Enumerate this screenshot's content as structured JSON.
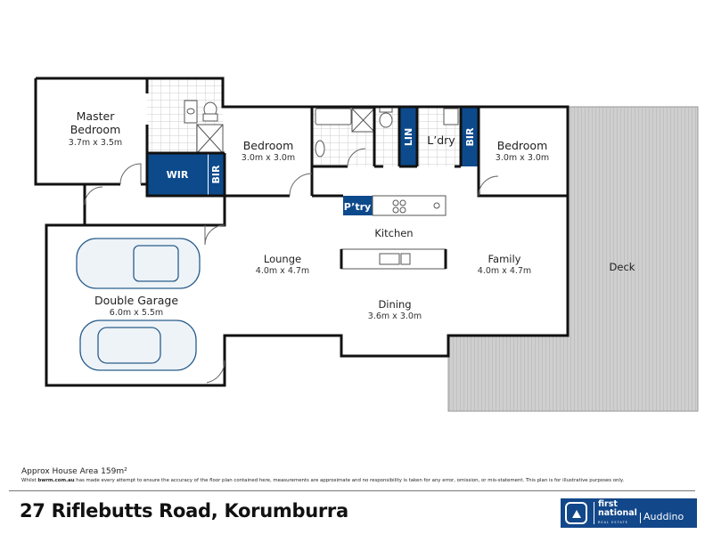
{
  "rooms": {
    "master": {
      "name_1": "Master",
      "name_2": "Bedroom",
      "size": "3.7m x 3.5m"
    },
    "bedroom2": {
      "name": "Bedroom",
      "size": "3.0m x 3.0m"
    },
    "bedroom3": {
      "name": "Bedroom",
      "size": "3.0m x 3.0m"
    },
    "lounge": {
      "name": "Lounge",
      "size": "4.0m x 4.7m"
    },
    "kitchen": {
      "name": "Kitchen"
    },
    "family": {
      "name": "Family",
      "size": "4.0m x 4.7m"
    },
    "dining": {
      "name": "Dining",
      "size": "3.6m x 3.0m"
    },
    "garage": {
      "name": "Double Garage",
      "size": "6.0m x 5.5m"
    },
    "deck": {
      "name": "Deck"
    },
    "wir": "WIR",
    "bir1": "BIR",
    "bir2": "BIR",
    "lin": "LIN",
    "laundry": "L’dry",
    "pantry": "P’try"
  },
  "colors": {
    "storage": "#0d4a8c",
    "wall": "#111111",
    "tile": "#e6e6e6",
    "deck": "#c9c9c9"
  },
  "footer": {
    "area": "Approx House Area 159m²",
    "disclaimer_pre": "Whilst ",
    "disclaimer_site": "bwrm.com.au",
    "disclaimer_post": " has made every attempt to ensure the accuracy of the floor plan contained here, measurements are approximate and no responsibility is taken for any error, omission, or mis-statement. This plan is for illustrative purposes only.",
    "address": "27 Riflebutts Road, Korumburra"
  },
  "logo": {
    "line1": "first",
    "line2": "national",
    "tag": "REAL ESTATE",
    "office": "Auddino"
  }
}
